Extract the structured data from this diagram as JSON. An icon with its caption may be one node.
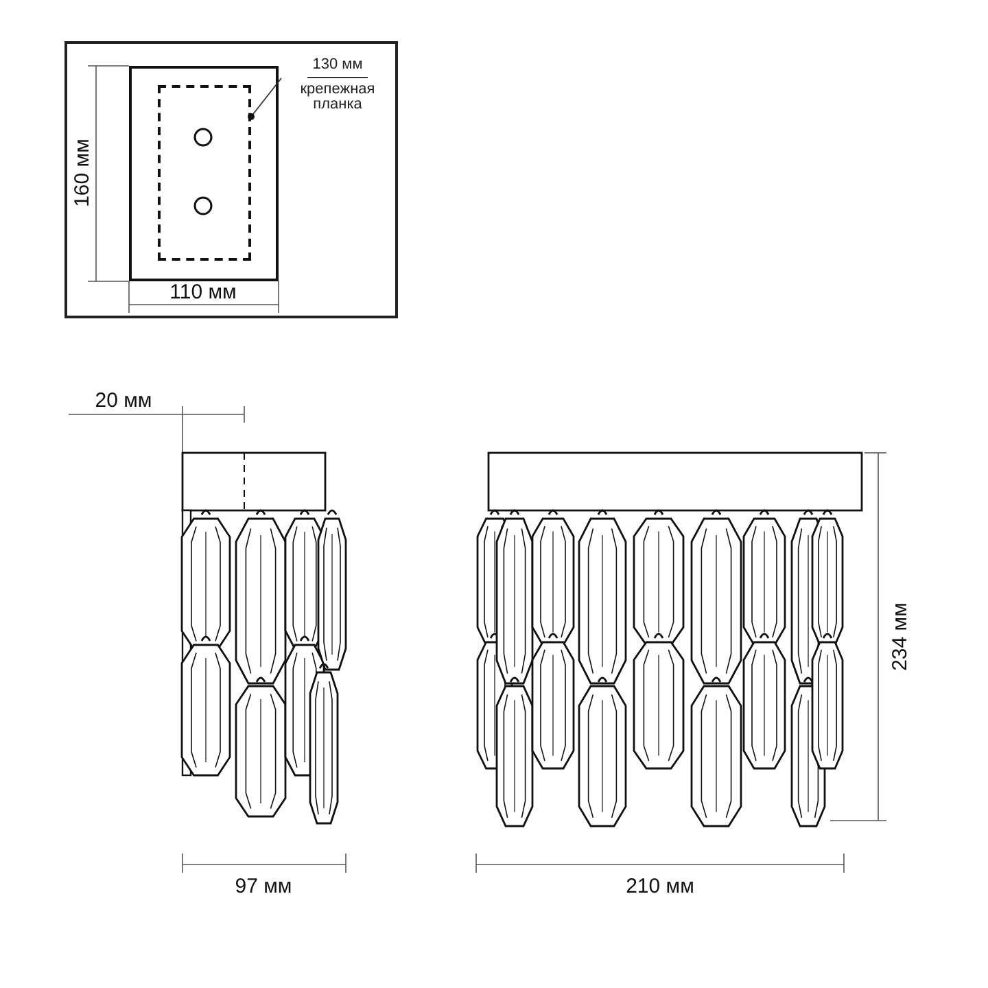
{
  "diagram": {
    "nodes": [
      {
        "text": [
          "130 мм",
          "крепежная планка"
        ]
      },
      {
        "text": [],
        "shape": "box"
      }
    ],
    "edges": [
      {
        "from": 0,
        "to": 1,
        "arrow": "other"
      }
    ],
    "labels": [
      "160 мм",
      "110 мм",
      "20 мм",
      "97 мм",
      "210 мм",
      "234 мм"
    ]
  }
}
